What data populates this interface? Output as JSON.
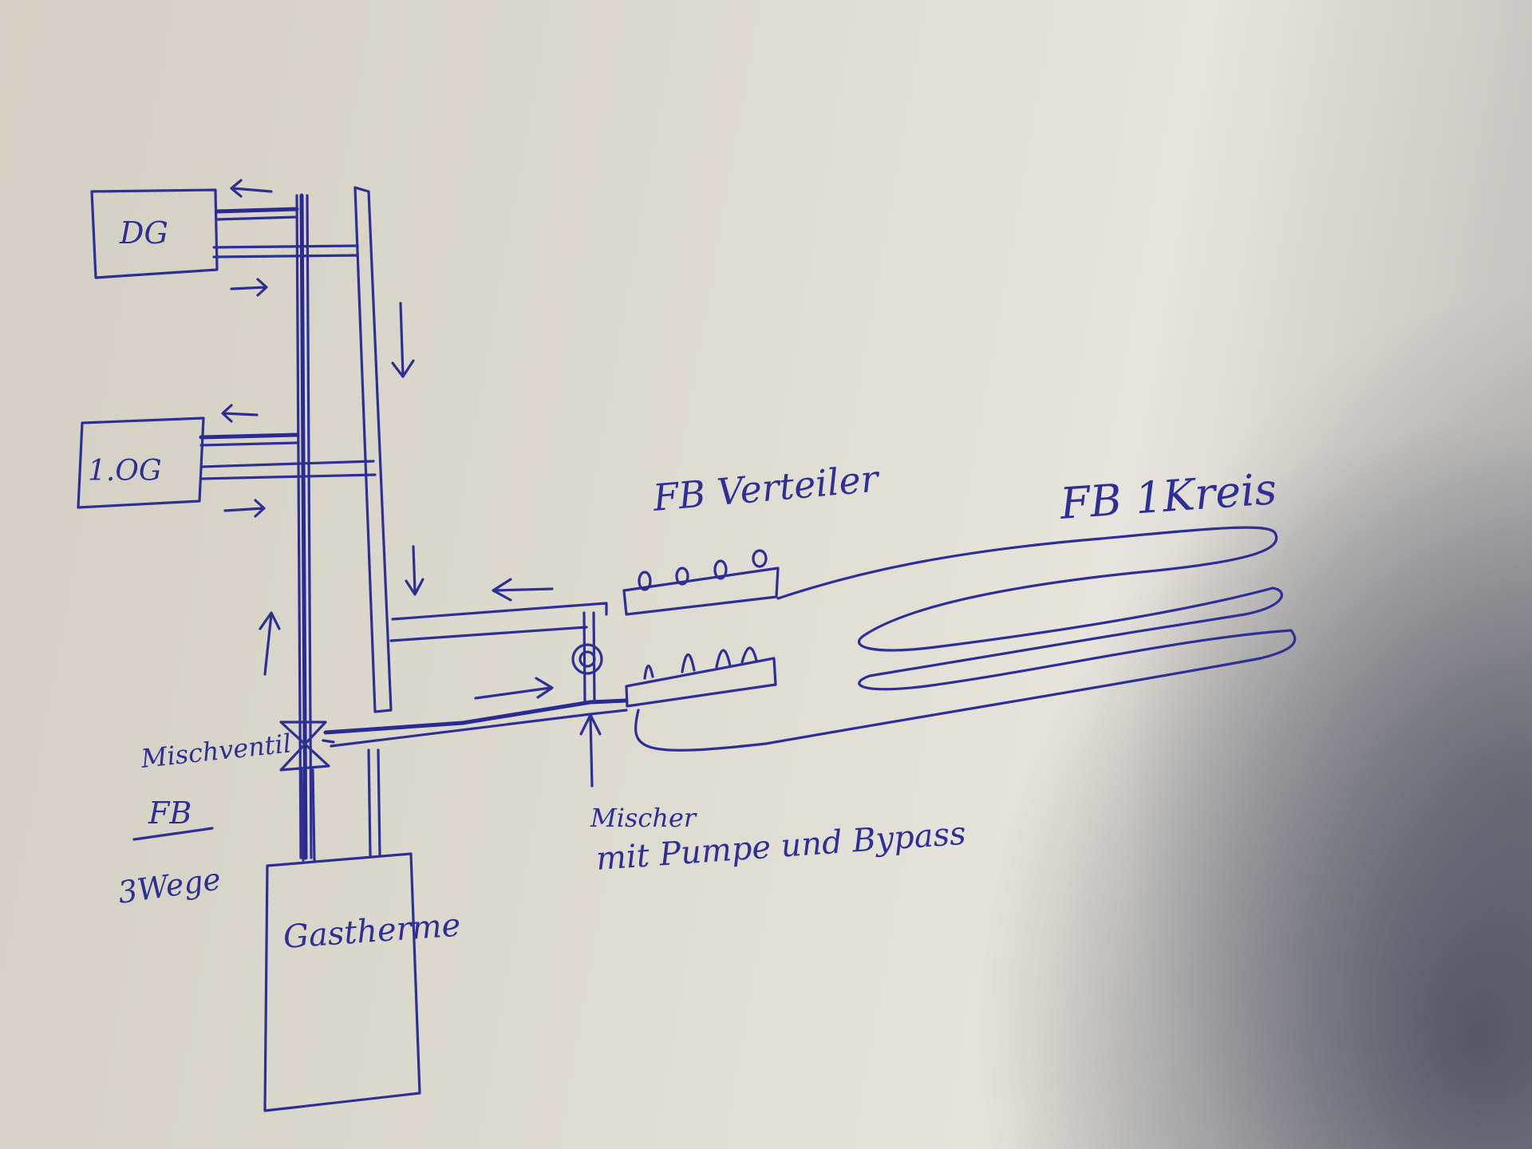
{
  "labels": {
    "dg": "DG",
    "og1": "1.OG",
    "fb_verteiler": "FB Verteiler",
    "fb_kreis": "FB 1Kreis",
    "mischventil": "Mischventil",
    "fb": "FB",
    "dreiwege": "3Wege",
    "mischer": "Mischer",
    "mischer_detail": "mit Pumpe und Bypass",
    "gastherme": "Gastherme"
  },
  "colors": {
    "ink": "#2e2f95",
    "paper": "#dedbd0"
  }
}
